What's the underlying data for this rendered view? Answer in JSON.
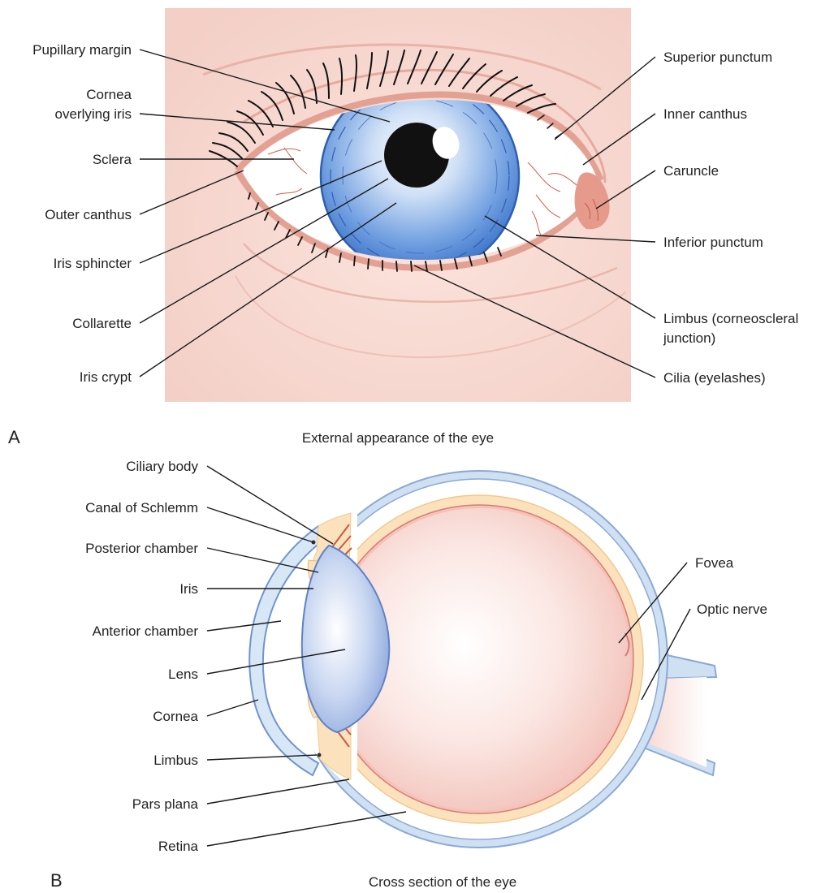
{
  "panel_a": {
    "letter": "A",
    "caption": "External appearance of the eye",
    "labels_left": {
      "pupillary_margin": "Pupillary margin",
      "cornea_line1": "Cornea",
      "cornea_line2": "overlying iris",
      "sclera": "Sclera",
      "outer_canthus": "Outer canthus",
      "iris_sphincter": "Iris sphincter",
      "collarette": "Collarette",
      "iris_crypt": "Iris crypt"
    },
    "labels_right": {
      "superior_punctum": "Superior punctum",
      "inner_canthus": "Inner canthus",
      "caruncle": "Caruncle",
      "inferior_punctum": "Inferior punctum",
      "limbus_line1": "Limbus (corneoscleral",
      "limbus_line2": "junction)",
      "cilia": "Cilia (eyelashes)"
    }
  },
  "panel_b": {
    "letter": "B",
    "caption": "Cross section of the eye",
    "labels_left": {
      "ciliary_body": "Ciliary body",
      "canal_of_schlemm": "Canal of Schlemm",
      "posterior_chamber": "Posterior chamber",
      "iris": "Iris",
      "anterior_chamber": "Anterior chamber",
      "lens": "Lens",
      "cornea": "Cornea",
      "limbus": "Limbus",
      "pars_plana": "Pars plana",
      "retina": "Retina"
    },
    "labels_right": {
      "fovea": "Fovea",
      "optic_nerve": "Optic nerve"
    }
  },
  "colors": {
    "skin": "#f6d7cf",
    "iris_blue": "#5b8bd8",
    "pupil": "#111111",
    "sclera_blue": "#a9c7e6",
    "choroid_yellow": "#fbe2bd",
    "retina_pink": "#f0b8b0",
    "vitreous": "#f8d3cc",
    "lens_blue": "#b9cbed"
  }
}
